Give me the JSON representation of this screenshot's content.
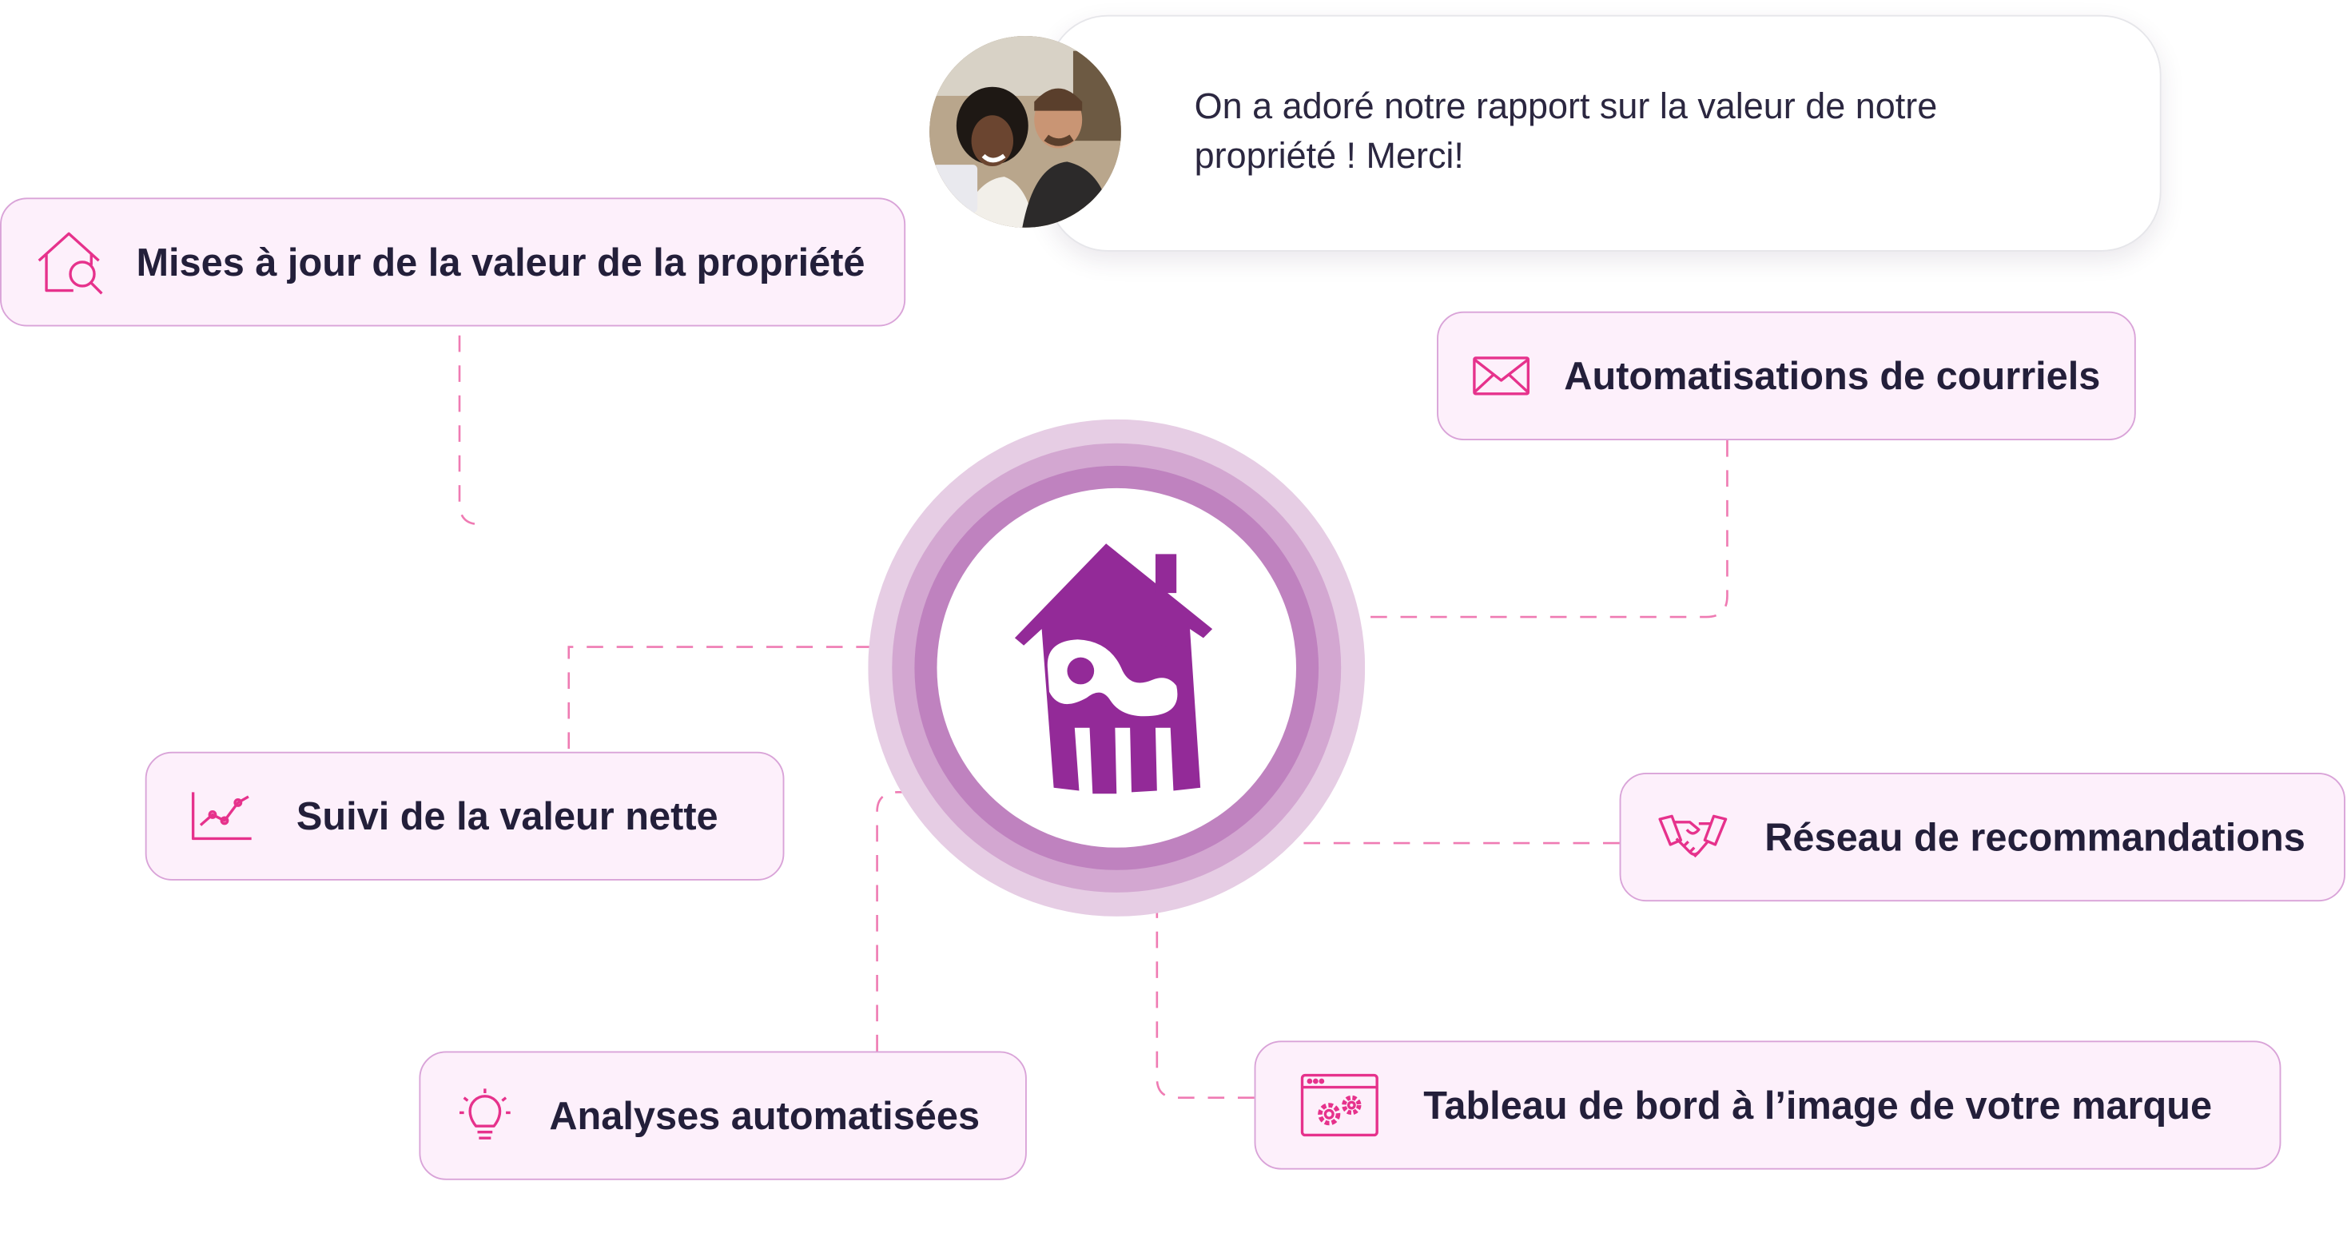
{
  "testimonial": {
    "text": "On a adoré notre rapport sur la valeur de notre propriété ! Merci!"
  },
  "features": [
    {
      "label": "Mises à jour de la valeur de la propriété",
      "icon": "house-search-icon"
    },
    {
      "label": "Automatisations de courriels",
      "icon": "envelope-icon"
    },
    {
      "label": "Suivi de la valeur nette",
      "icon": "line-chart-icon"
    },
    {
      "label": "Réseau de recommandations",
      "icon": "handshake-icon"
    },
    {
      "label": "Analyses automatisées",
      "icon": "lightbulb-icon"
    },
    {
      "label": "Tableau de bord à l’image de votre marque",
      "icon": "dashboard-gears-icon"
    }
  ],
  "hub": {
    "icon": "house-mascot-logo"
  },
  "colors": {
    "accent": "#e6328c",
    "brand_purple": "#932a98",
    "pill_bg": "#fdf0fb",
    "pill_border": "#d9a3d8",
    "text": "#231f3a"
  }
}
